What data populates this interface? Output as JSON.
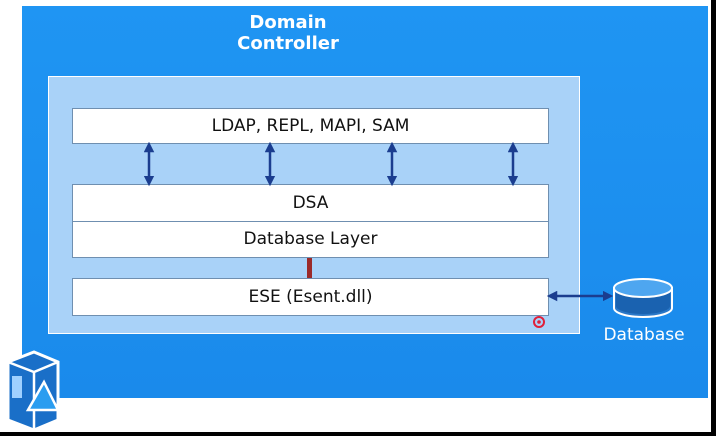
{
  "diagram": {
    "title": "Domain\nController",
    "layers": {
      "protocols": "LDAP, REPL, MAPI, SAM",
      "dsa": "DSA",
      "database_layer": "Database Layer",
      "ese": "ESE (Esent.dll)"
    },
    "database_label": "Database"
  },
  "icons": {
    "server": "server-icon",
    "database": "database-cylinder-icon",
    "arrow": "double-headed-arrow-icon",
    "cursor": "cursor-dot-icon"
  },
  "colors": {
    "background": "#1e90f0",
    "panel": "#a9d2f8",
    "arrow": "#1b3d8f",
    "connector": "#9b2a2a",
    "cursor": "#e0203a"
  }
}
